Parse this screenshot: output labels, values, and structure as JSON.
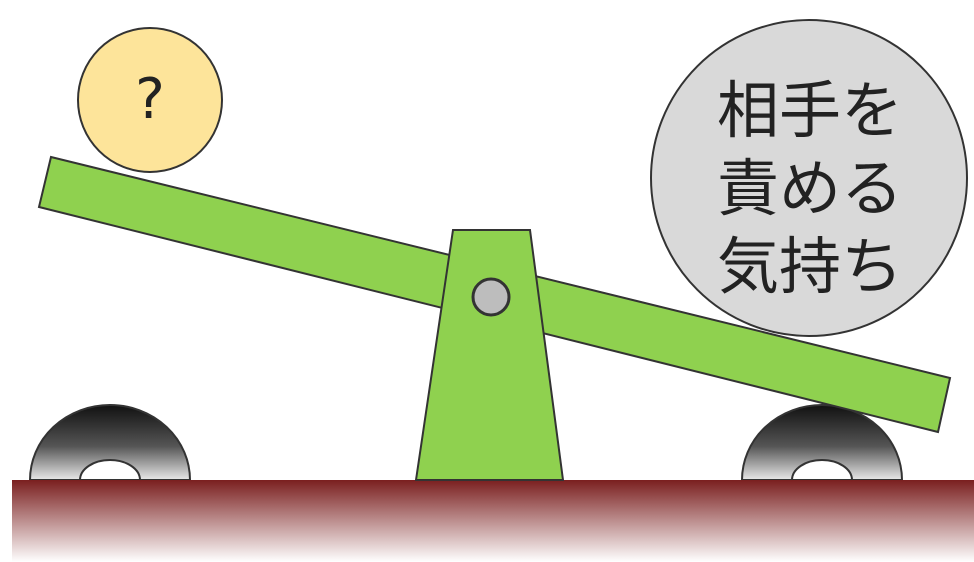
{
  "scene": {
    "left_ball_label": "?",
    "right_ball_lines": [
      "相手を",
      "責める",
      "気持ち"
    ]
  },
  "colors": {
    "beam": "#8fd14f",
    "outline": "#333333",
    "small_ball": "#fde49a",
    "big_ball": "#d9d9d9",
    "pivot": "#bdbdbd",
    "ground_top": "#7a1f1f",
    "ground_fade": "#ffffff",
    "tire_dark": "#1a1a1a",
    "tire_light": "#f2f2f2"
  }
}
